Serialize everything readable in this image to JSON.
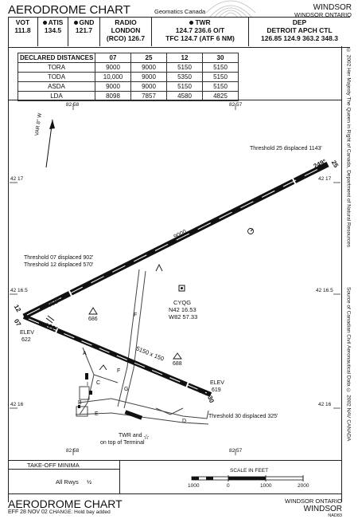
{
  "header": {
    "title": "AERODROME CHART",
    "publisher": "Geomatics Canada",
    "location_title": "WINDSOR",
    "location_sub": "WINDSOR ONTARIO"
  },
  "frequencies": {
    "vot_label": "VOT",
    "vot_value": "111.8",
    "atis_label": "ATIS",
    "atis_value": "134.5",
    "gnd_label": "GND",
    "gnd_value": "121.7",
    "radio_label": "RADIO",
    "radio_name": "LONDON",
    "radio_value": "(RCO) 126.7",
    "twr_label": "TWR",
    "twr_line1": "124.7  236.6 O/T",
    "twr_line2": "TFC 124.7 (ATF 6 NM)",
    "dep_label": "DEP",
    "dep_name": "DETROIT APCH CTL",
    "dep_values": "126.85 124.9 363.2 348.3"
  },
  "declared_distances": {
    "title": "DECLARED DISTANCES",
    "columns": [
      "07",
      "25",
      "12",
      "30"
    ],
    "rows": [
      {
        "label": "TORA",
        "values": [
          "9000",
          "9000",
          "5150",
          "5150"
        ]
      },
      {
        "label": "TODA",
        "values": [
          "10,000",
          "9000",
          "5350",
          "5150"
        ]
      },
      {
        "label": "ASDA",
        "values": [
          "9000",
          "9000",
          "5150",
          "5150"
        ]
      },
      {
        "label": "LDA",
        "values": [
          "8098",
          "7857",
          "4580",
          "4825"
        ]
      }
    ]
  },
  "map": {
    "lon_left": "82 58",
    "lon_right": "82 57",
    "lat_top": "42 17",
    "lat_mid": "42 16.5",
    "lat_bottom": "42 16",
    "variation": "VAR 8° W",
    "threshold_25": "Threshold 25 displaced 1143'",
    "threshold_07": "Threshold 07 displaced 902'",
    "threshold_12": "Threshold 12 displaced 570'",
    "threshold_30": "Threshold 30 displaced 325'",
    "rwy_main_length": "9000",
    "rwy_cross_length": "5150 x 150",
    "hdg_069": "069°",
    "hdg_249": "249°",
    "hdg_122": "122°",
    "hdg_302": "302°",
    "rwy_07": "07",
    "rwy_25": "25",
    "rwy_12": "12",
    "rwy_30": "30",
    "airport_id": "CYQG",
    "airport_lat": "N42 16.53",
    "airport_lon": "W82 57.33",
    "elev_west_label": "ELEV",
    "elev_west_value": "622",
    "elev_east_label": "ELEV",
    "elev_east_value": "619",
    "obst_686": "686",
    "obst_688": "688",
    "twy_A": "A",
    "twy_B": "B",
    "twy_C": "C",
    "twy_D": "D",
    "twy_E": "E",
    "twy_F": "F",
    "twy_G": "G",
    "twy_I": "I",
    "twr_note_1": "TWR and",
    "twr_note_2": "on top of Terminal"
  },
  "side_notes": {
    "right_upper": "© 2002 Her Majesty The Queen in Right of Canada, Department of Natural Resources",
    "right_lower": "Source of Canadian Civil Aeronautical Data © 2002 NAV CANADA"
  },
  "footer": {
    "takeoff_title": "TAKE-OFF MINIMA",
    "takeoff_label": "All Rwys",
    "takeoff_value": "½",
    "scale_title": "SCALE IN FEET",
    "scale_ticks": [
      "1000",
      "0",
      "1000",
      "2000"
    ],
    "bottom_title": "AERODROME CHART",
    "effective": "EFF 28 NOV 02",
    "change_note": "CHANGE: Hold bay added",
    "bottom_loc_sub": "WINDSOR ONTARIO",
    "bottom_loc_title": "WINDSOR",
    "chart_code": "NAD83"
  }
}
